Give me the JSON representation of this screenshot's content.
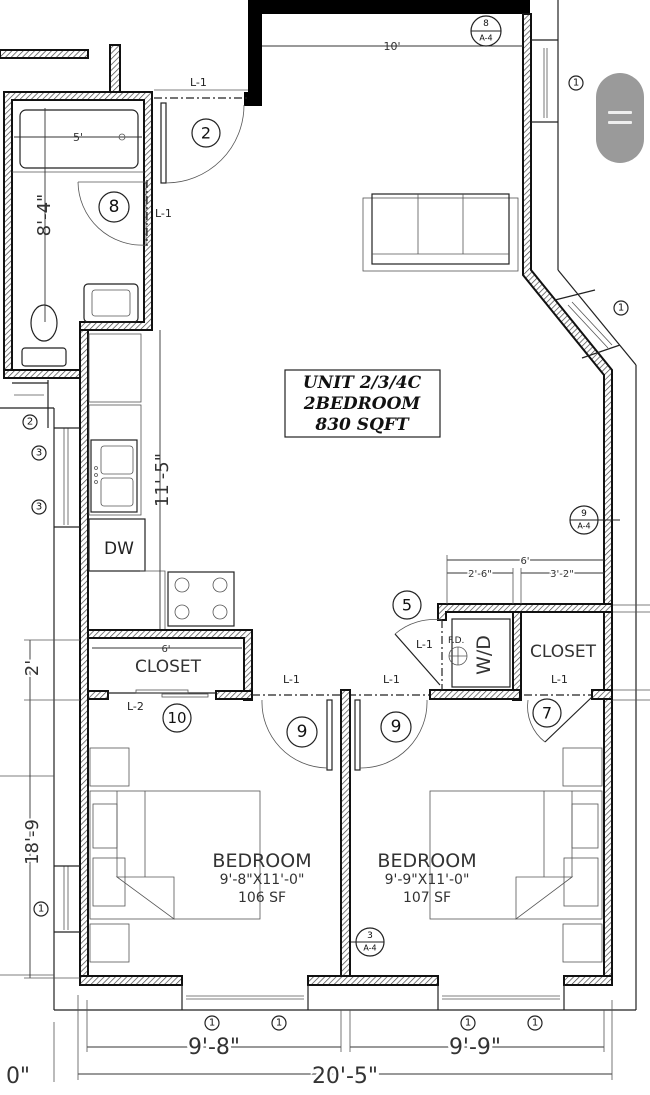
{
  "unit_label": {
    "line1": "UNIT 2/3/4C",
    "line2": "2BEDROOM",
    "line3": "830 SQFT"
  },
  "rooms": [
    {
      "name": "BEDROOM",
      "dimensions": "9'-8\"X11'-0\"",
      "area": "106 SF"
    },
    {
      "name": "BEDROOM",
      "dimensions": "9'-9\"X11'-0\"",
      "area": "107 SF"
    },
    {
      "name": "CLOSET",
      "width": "6'"
    },
    {
      "name": "CLOSET"
    },
    {
      "name": "W/D",
      "note": "F.D."
    },
    {
      "name": "DW"
    }
  ],
  "dimensions": {
    "living_width": "10'",
    "tub_width": "5'",
    "bath_length": "8'-4\"",
    "kitchen_length": "11'-5\"",
    "closet_depth": "2'",
    "bedroom_depth": "18'-9",
    "laundry_total": "6'",
    "laundry_left": "2'-6\"",
    "laundry_right": "3'-2\"",
    "bedroom1_width": "9'-8\"",
    "bedroom2_width": "9'-9\"",
    "overall_width": "20'-5\"",
    "left_edge_fragment": "0\""
  },
  "door_tags": {
    "entry": "2",
    "bath": "8",
    "laundry": "5",
    "closet_right": "7",
    "bedroom1": "9",
    "bedroom2": "9",
    "closet_left": "10"
  },
  "lintel_labels": {
    "l1": "L-1",
    "l2": "L-2"
  },
  "window_tags": {
    "w1": "1",
    "w2": "2",
    "w3": "3"
  },
  "section_marks": [
    {
      "num": "8",
      "sheet": "A-4"
    },
    {
      "num": "9",
      "sheet": "A-4"
    },
    {
      "num": "3",
      "sheet": "A-4"
    }
  ],
  "scroll_handle": {
    "icon": "drag-handle-icon"
  }
}
